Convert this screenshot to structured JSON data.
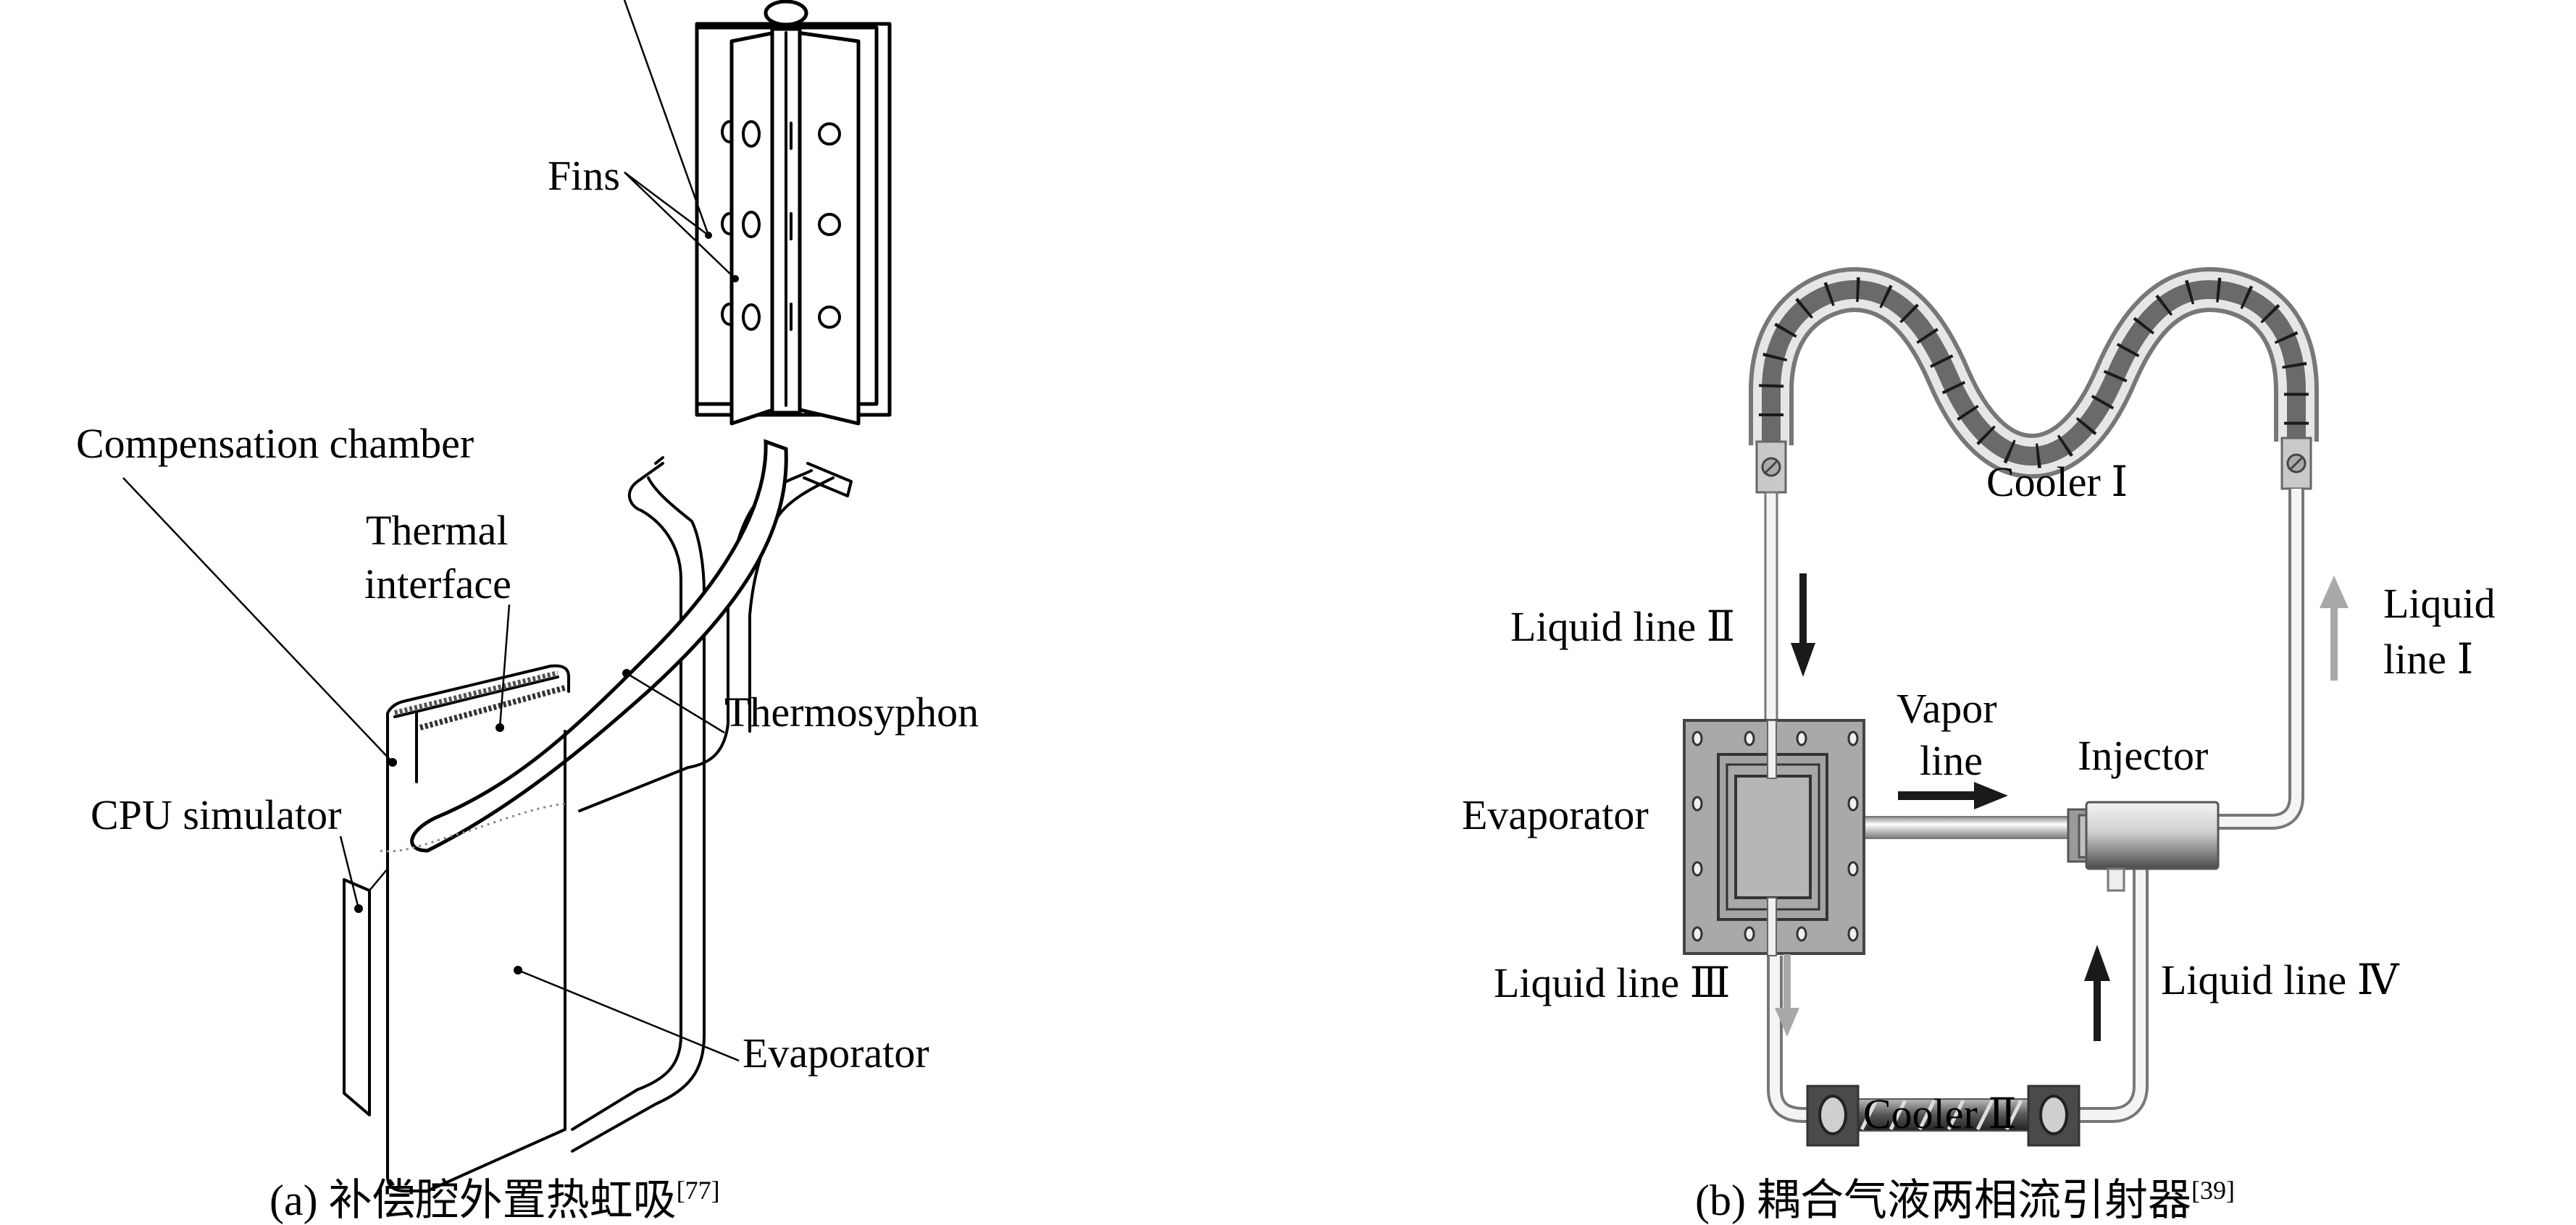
{
  "figure_a": {
    "caption_prefix": "(a) ",
    "caption_text": "补偿腔外置热虹吸",
    "caption_ref": "[77]",
    "labels": {
      "fins": "Fins",
      "compensation_chamber": "Compensation chamber",
      "thermal_interface_line1": "Thermal",
      "thermal_interface_line2": "interface",
      "thermosyphon": "Thermosyphon",
      "cpu_simulator": "CPU simulator",
      "evaporator": "Evaporator"
    }
  },
  "figure_b": {
    "caption_prefix": "(b) ",
    "caption_text": "耦合气液两相流引射器",
    "caption_ref": "[39]",
    "labels": {
      "cooler_1": "Cooler Ⅰ",
      "cooler_2": "Cooler Ⅱ",
      "liquid_line_1_line1": "Liquid",
      "liquid_line_1_line2": "line Ⅰ",
      "liquid_line_2": "Liquid line Ⅱ",
      "liquid_line_3": "Liquid line Ⅲ",
      "liquid_line_4": "Liquid line Ⅳ",
      "vapor_line_line1": "Vapor",
      "vapor_line_line2": "line",
      "injector": "Injector",
      "evaporator": "Evaporator"
    },
    "colors": {
      "dark_arrow": "#1a1a1a",
      "light_arrow": "#a8a8a8",
      "evaporator_plate": "#a9a9a9",
      "pipe": "#d8d8d8"
    }
  }
}
